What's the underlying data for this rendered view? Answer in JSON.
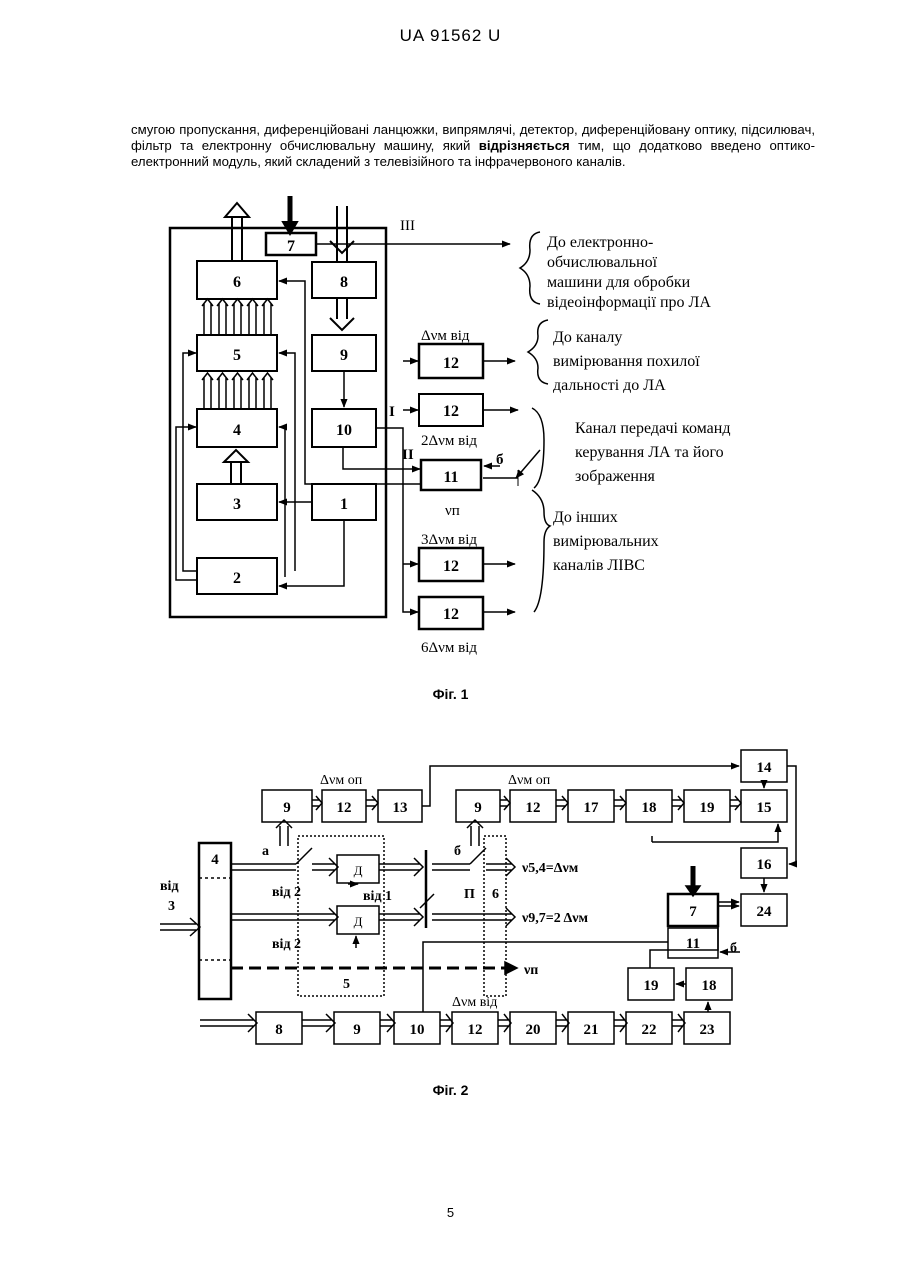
{
  "header": {
    "text": "UA   91562   U"
  },
  "paragraph": {
    "part1": "смугою пропускання, диференційовані ланцюжки, випрямлячі, детектор, диференційовану оптику, підсилювач, фільтр та електронну обчислювальну машину, який ",
    "bold": "відрізняється",
    "part2": " тим, що додатково введено оптико-електронний модуль, який складений з телевізійного та інфрачервоного каналів."
  },
  "fig1": {
    "caption": "Фіг. 1",
    "blocks": [
      "7",
      "6",
      "8",
      "5",
      "9",
      "12",
      "4",
      "10",
      "12",
      "11",
      "3",
      "1",
      "2",
      "12",
      "12"
    ],
    "labels": {
      "roman3": "III",
      "roman1": "I",
      "roman2": "II",
      "b": "б",
      "nu_p": "νп",
      "dnu": "Δνм від",
      "dnu2": "2Δνм від",
      "dnu3": "3Δνм від",
      "dnu6": "6Δνм від"
    },
    "notes": {
      "computer": [
        "До електронно-",
        "обчислювальної",
        "машини для обробки",
        "відеоінформації про ЛА"
      ],
      "range": [
        "До каналу",
        "вимірювання похилої",
        "дальності до ЛА"
      ],
      "command": [
        "Канал передачі команд",
        "керування ЛА та його",
        "зображення"
      ],
      "other": [
        "До інших",
        "вимірювальних",
        "каналів ЛІВС"
      ]
    }
  },
  "fig2": {
    "caption": "Фіг. 2",
    "blocks": [
      "9",
      "12",
      "13",
      "9",
      "12",
      "17",
      "18",
      "19",
      "15",
      "14",
      "16",
      "24",
      "7",
      "11",
      "19",
      "18",
      "8",
      "9",
      "10",
      "12",
      "20",
      "21",
      "22",
      "23",
      "4",
      "Д",
      "Д"
    ],
    "labels": {
      "a": "а",
      "b": "б",
      "vid3a": "від",
      "vid3b": "3",
      "vid2a": "від 2",
      "vid2b": "від 2",
      "vid1": "від 1",
      "pi": "П",
      "six": "6",
      "five": "5",
      "b2": "б",
      "dnu_op1": "Δνм оп",
      "dnu_op2": "Δνм оп",
      "dnu_vid": "Δνм від",
      "eq1": "ν5,4=Δνм",
      "eq2": "ν9,7=2 Δνм",
      "nu_p": "νп"
    }
  },
  "page_number": "5"
}
